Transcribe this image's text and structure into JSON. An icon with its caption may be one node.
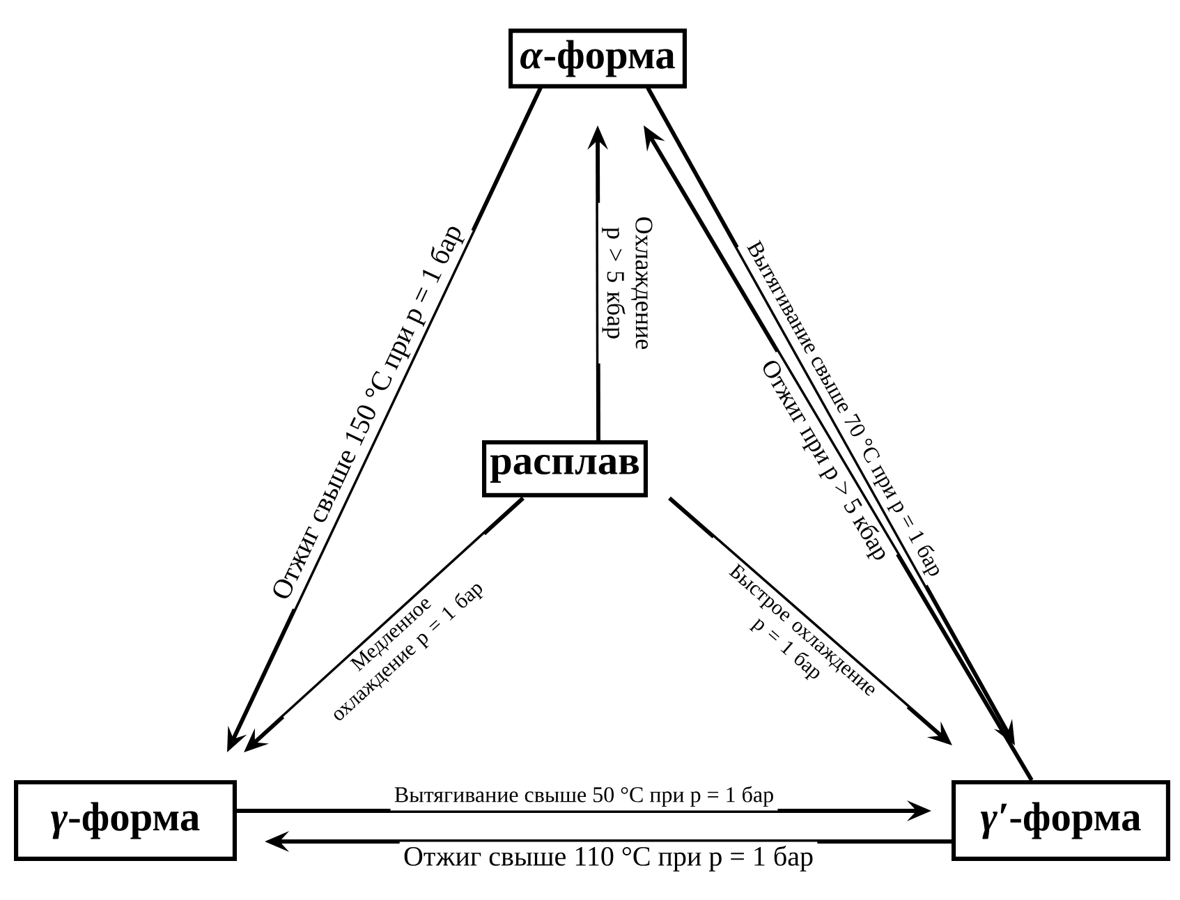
{
  "diagram": {
    "nodes": [
      {
        "text": [
          "*α*-форма"
        ]
      },
      {
        "text": [
          "расплав"
        ]
      },
      {
        "text": [
          "*γ*-форма"
        ]
      },
      {
        "text": [
          "*γ′*-форма"
        ]
      }
    ],
    "edges": [
      {
        "from": 0,
        "to": 2,
        "arrow": "to",
        "label": "Отжиг свыше 150 °C при p = 1 бар"
      },
      {
        "from": 1,
        "to": 0,
        "arrow": "to",
        "label": "Охлаждение p > 5 кбар"
      },
      {
        "from": 1,
        "to": 2,
        "arrow": "to",
        "label": "Медленное охлаждение p = 1 бар"
      },
      {
        "from": 1,
        "to": 3,
        "arrow": "to",
        "label": "Быстрое охлаждение p = 1 бар"
      },
      {
        "from": 3,
        "to": 0,
        "arrow": "to",
        "label": "Отжиг при p > 5 кбар"
      },
      {
        "from": 0,
        "to": 3,
        "arrow": "to",
        "label": "Вытягивание свыше 70 °C при p = 1 бар"
      },
      {
        "from": 2,
        "to": 3,
        "arrow": "to",
        "label": "Вытягивание свыше 50 °C при p = 1 бар"
      },
      {
        "from": 3,
        "to": 2,
        "arrow": "to",
        "label": "Отжиг свыше 110 °C при p = 1 бар"
      }
    ]
  }
}
